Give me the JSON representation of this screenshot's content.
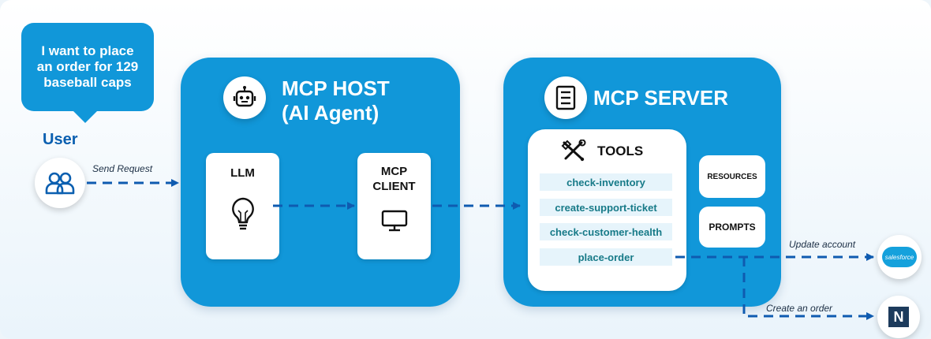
{
  "user": {
    "request_text": "I want to place an order for 129 baseball caps",
    "label": "User"
  },
  "edges": {
    "send_request": "Send Request",
    "update_account": "Update account",
    "create_order": "Create an order"
  },
  "host": {
    "title_line1": "MCP HOST",
    "title_line2": "(AI Agent)",
    "llm_label": "LLM",
    "client_line1": "MCP",
    "client_line2": "CLIENT"
  },
  "server": {
    "title": "MCP SERVER",
    "tools_label": "TOOLS",
    "tools": [
      "check-inventory",
      "create-support-ticket",
      "check-customer-health",
      "place-order"
    ],
    "resources_label": "RESOURCES",
    "prompts_label": "PROMPTS"
  },
  "targets": {
    "salesforce_logo_text": "salesforce",
    "netsuite_logo_text": "N"
  },
  "colors": {
    "accent": "#1197d9",
    "arrow": "#0f5bb0",
    "tool_bg": "#e6f4fb",
    "tool_text": "#177a88"
  }
}
